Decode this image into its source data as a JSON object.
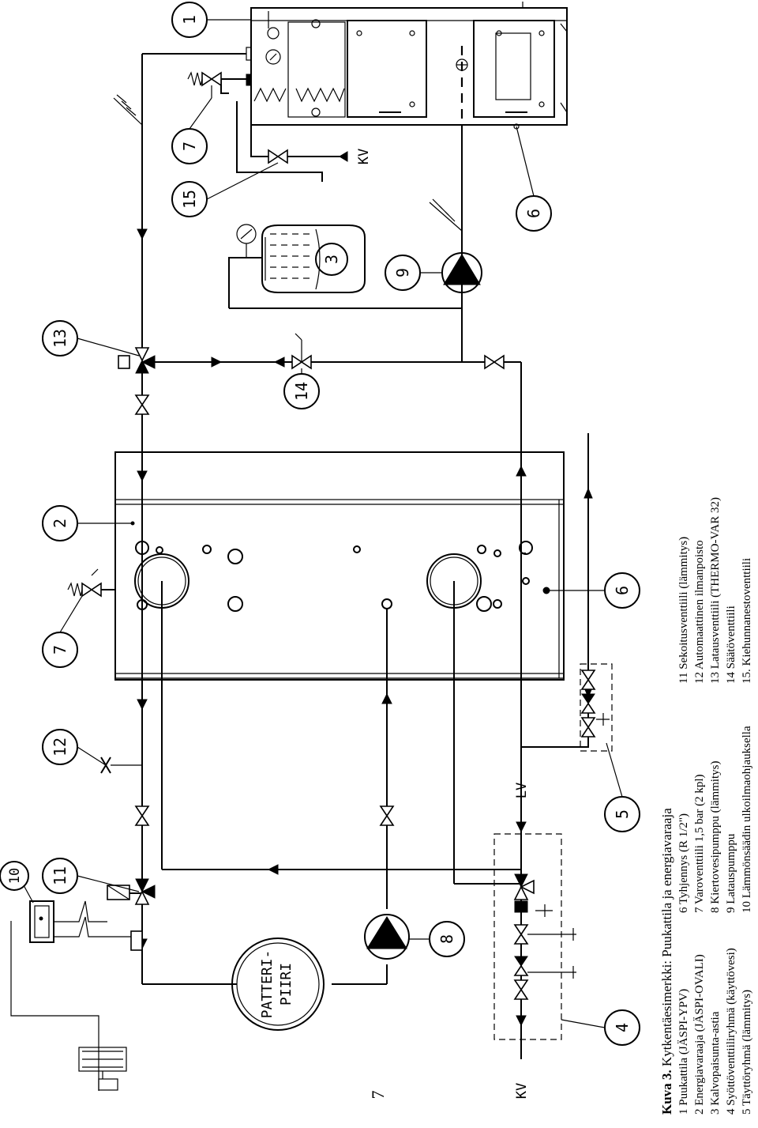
{
  "page_number": "7",
  "caption_title_bold": "Kuva 3.",
  "caption_title_rest": " Kytkentäesimerkki: Puukattila ja energiavaraaja",
  "legend_left": [
    "1  Puukattila (JÄSPI-YPV)",
    "2  Energiavaraaja (JÄSPI-OVALI)",
    "3  Kalvopaisunta-astia",
    "4  Syöttöventtiiliryhmä (käyttövesi)",
    "5  Täyttöryhmä (lämmitys)"
  ],
  "legend_mid": [
    "6  Tyhjennys (R 1/2\")",
    "7  Varoventtiili 1,5 bar  (2 kpl)",
    "8  Kiertovesipumppu (lämmitys)",
    "9  Latauspumppu",
    "10  Lämmönsäädin ulkoilmaohjauksella"
  ],
  "legend_right": [
    "11  Sekoitusventtiili (lämmitys)",
    "12  Automaattinen ilmanpoisto",
    "13  Latausventtiili (THERMO-VAR 32)",
    "14  Säätöventtiili",
    "15. Kiehunnanestoventtiili"
  ],
  "callouts": {
    "c1": "1",
    "c2": "2",
    "c3": "3",
    "c4": "4",
    "c5": "5",
    "c6a": "6",
    "c6b": "6",
    "c7a": "7",
    "c7b": "7",
    "c8": "8",
    "c9": "9",
    "c10": "10",
    "c11": "11",
    "c12": "12",
    "c13": "13",
    "c14": "14",
    "c15": "15"
  },
  "labels": {
    "patteri_1": "PATTERI-",
    "patteri_2": "PIIRI",
    "kv_top": "KV",
    "kv_bottom": "KV",
    "lv": "LV"
  }
}
